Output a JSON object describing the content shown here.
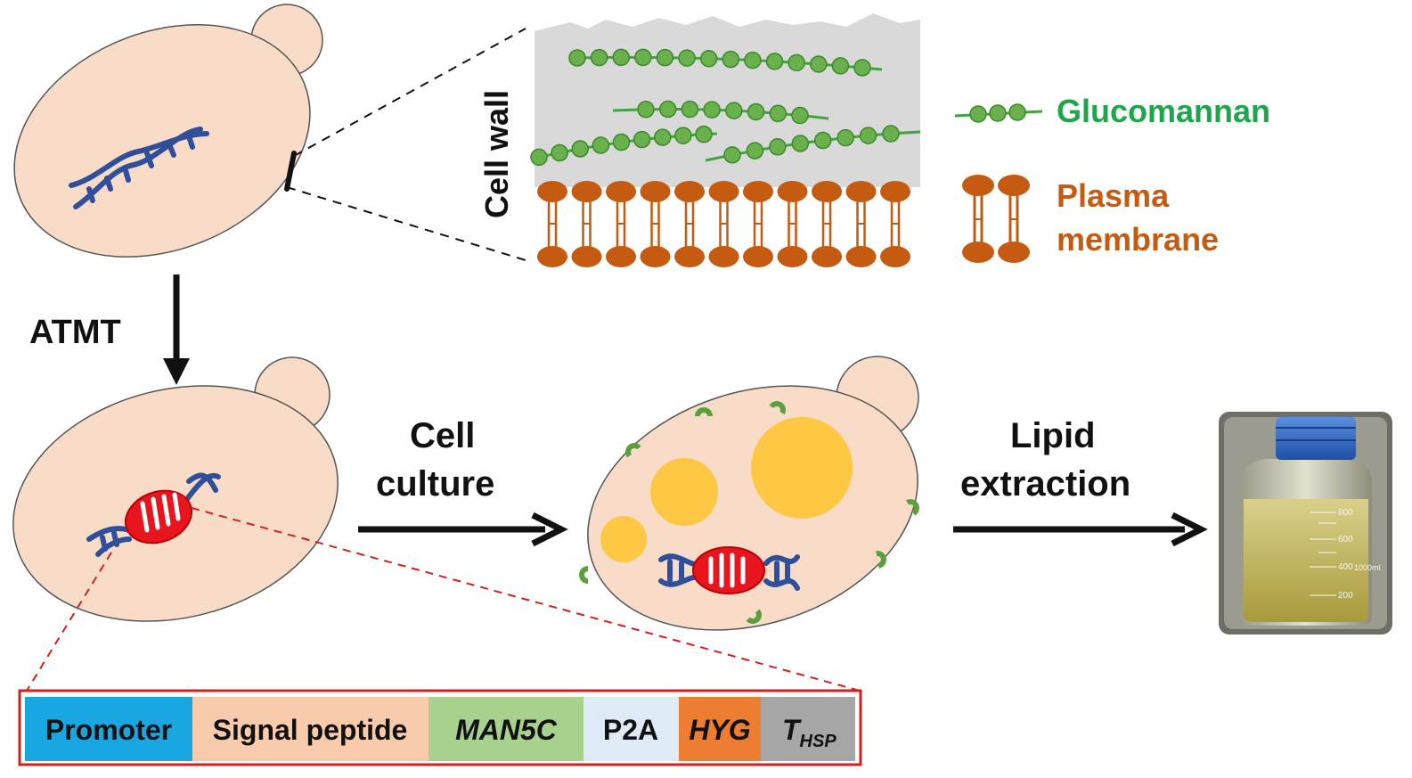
{
  "labels": {
    "cell_wall": "Cell wall",
    "glucomannan": "Glucomannan",
    "plasma_line1": "Plasma",
    "plasma_line2": "membrane",
    "atmt": "ATMT",
    "cell_culture_line1": "Cell",
    "cell_culture_line2": "culture",
    "lipid_line1": "Lipid",
    "lipid_line2": "extraction"
  },
  "bottle_marks": [
    "800",
    "600",
    "400",
    "200",
    "1000ml"
  ],
  "gene_cassette": [
    {
      "label": "Promoter",
      "italic": false,
      "color": "#1aa6e0"
    },
    {
      "label": "Signal peptide",
      "italic": false,
      "color": "#f8cbad"
    },
    {
      "label": "MAN5C",
      "italic": true,
      "color": "#a9d18e"
    },
    {
      "label": "P2A",
      "italic": false,
      "color": "#deebf7"
    },
    {
      "label": "HYG",
      "italic": true,
      "color": "#ed7d31"
    },
    {
      "label": "T",
      "sub": "HSP",
      "italic": true,
      "color": "#a6a6a6"
    }
  ],
  "colors": {
    "cell_fill": "#f8dcc8",
    "dna_blue": "#2f4f9a",
    "insert_red": "#e8141e",
    "glucomannan_green": "#3fa63f",
    "glucomannan_text": "#1fa64a",
    "membrane_orange": "#c55a11",
    "lipid_yellow": "#ffc844",
    "enzyme_green": "#5aa03c",
    "cell_wall_gray": "#d9d9d9",
    "cassette_border": "#d02020"
  }
}
